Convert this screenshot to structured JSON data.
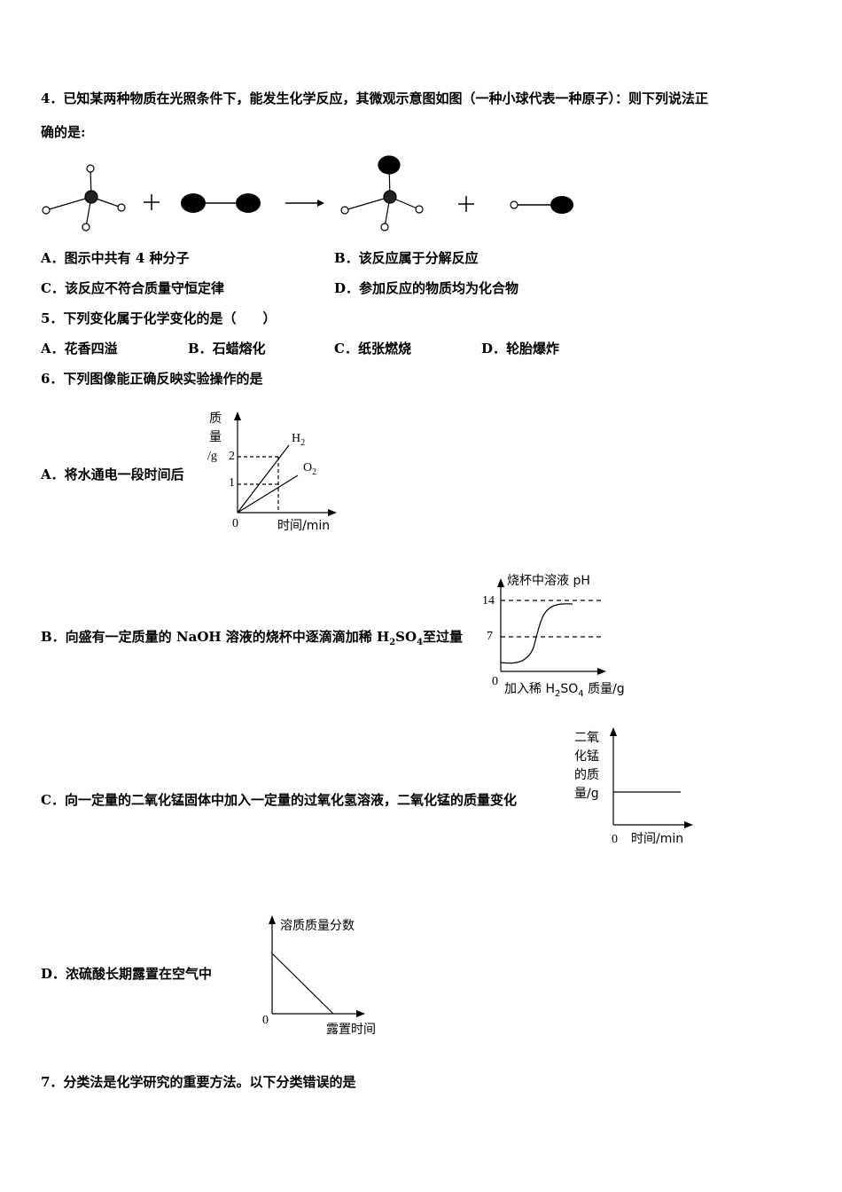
{
  "q4": {
    "stem_line1": "4．已知某两种物质在光照条件下，能发生化学反应，其微观示意图如图（一种小球代表一种原子）：则下列说法正",
    "stem_line2": "确的是:",
    "optA": "A．图示中共有 4 种分子",
    "optB": "B．该反应属于分解反应",
    "optC": "C．该反应不符合质量守恒定律",
    "optD": "D．参加反应的物质均为化合物"
  },
  "q5": {
    "stem": "5．下列变化属于化学变化的是（　　）",
    "optA": "A．花香四溢",
    "optB": "B．石蜡熔化",
    "optC": "C．纸张燃烧",
    "optD": "D．轮胎爆炸"
  },
  "q6": {
    "stem": "6．下列图像能正确反映实验操作的是",
    "optA": "A．将水通电一段时间后",
    "optB_pre": "B．向盛有一定质量的 NaOH 溶液的烧杯中逐滴滴加稀 H",
    "optB_sub1": "2",
    "optB_mid": "SO",
    "optB_sub2": "4",
    "optB_post": "至过量",
    "optC": "C．向一定量的二氧化锰固体中加入一定量的过氧化氢溶液，二氧化锰的质量变化",
    "optD": "D．浓硫酸长期露置在空气中"
  },
  "q7": {
    "stem": "7．分类法是化学研究的重要方法。以下分类错误的是"
  },
  "graphA": {
    "ylabel": [
      "质",
      "量",
      "/g"
    ],
    "tick2": "2",
    "tick1": "1",
    "origin": "0",
    "xlabel": "时间/min",
    "h2": "H",
    "h2sub": "2",
    "o2": "O",
    "o2sub": "2"
  },
  "graphB": {
    "ylabel": "烧杯中溶液 pH",
    "tick14": "14",
    "tick7": "7",
    "origin": "0",
    "xlabel_pre": "加入稀 H",
    "xlabel_s1": "2",
    "xlabel_mid": "SO",
    "xlabel_s2": "4",
    "xlabel_post": " 质量/g"
  },
  "graphC": {
    "ylabel": [
      "二氧",
      "化锰",
      "的质",
      "量/g"
    ],
    "origin": "0",
    "xlabel": "时间/min"
  },
  "graphD": {
    "ylabel": "溶质质量分数",
    "origin": "0",
    "xlabel": "露置时间"
  }
}
